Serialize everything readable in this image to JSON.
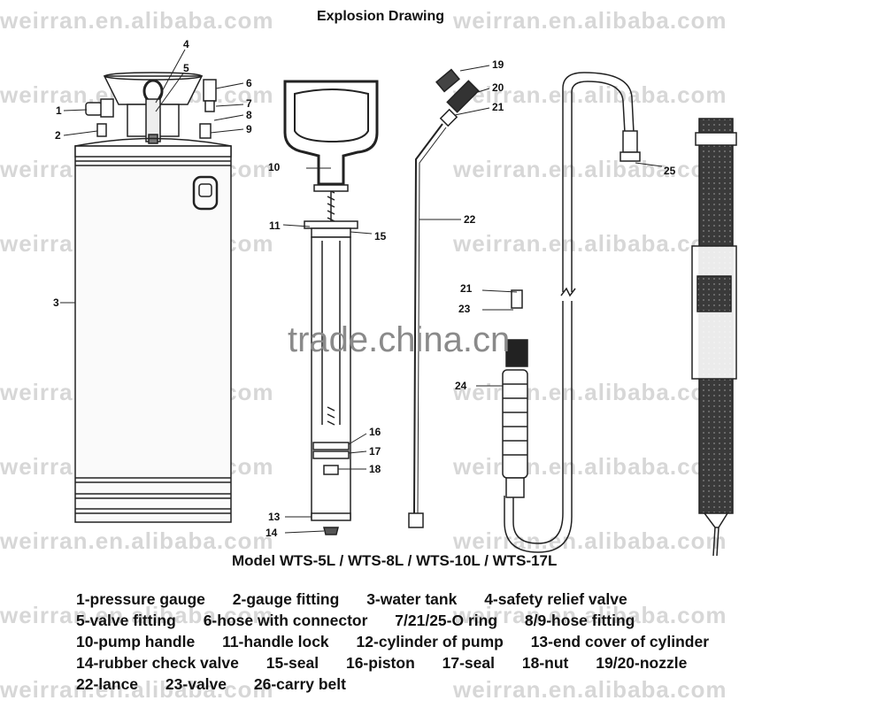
{
  "title": "Explosion Drawing",
  "watermark": "weirran.en.alibaba.com",
  "center_mark": "trade.china.cn",
  "model_line": "Model WTS-5L / WTS-8L / WTS-10L / WTS-17L",
  "callouts": {
    "n1": "1",
    "n2": "2",
    "n3": "3",
    "n4": "4",
    "n5": "5",
    "n6": "6",
    "n7": "7",
    "n8": "8",
    "n9": "9",
    "n10": "10",
    "n11": "11",
    "n13": "13",
    "n14": "14",
    "n15": "15",
    "n16": "16",
    "n17": "17",
    "n18": "18",
    "n19": "19",
    "n20": "20",
    "n21": "21",
    "n21b": "21",
    "n22": "22",
    "n23": "23",
    "n24": "24",
    "n25": "25"
  },
  "legend": [
    [
      "1-pressure gauge",
      "2-gauge fitting",
      "3-water tank",
      "4-safety relief valve"
    ],
    [
      "5-valve fitting",
      "6-hose with connector",
      "7/21/25-O ring",
      "8/9-hose fitting"
    ],
    [
      "10-pump handle",
      "11-handle lock",
      "12-cylinder of pump",
      "13-end cover of cylinder"
    ],
    [
      "14-rubber check valve",
      "15-seal",
      "16-piston",
      "17-seal",
      "18-nut",
      "19/20-nozzle"
    ],
    [
      "22-lance",
      "23-valve",
      "26-carry belt"
    ]
  ]
}
